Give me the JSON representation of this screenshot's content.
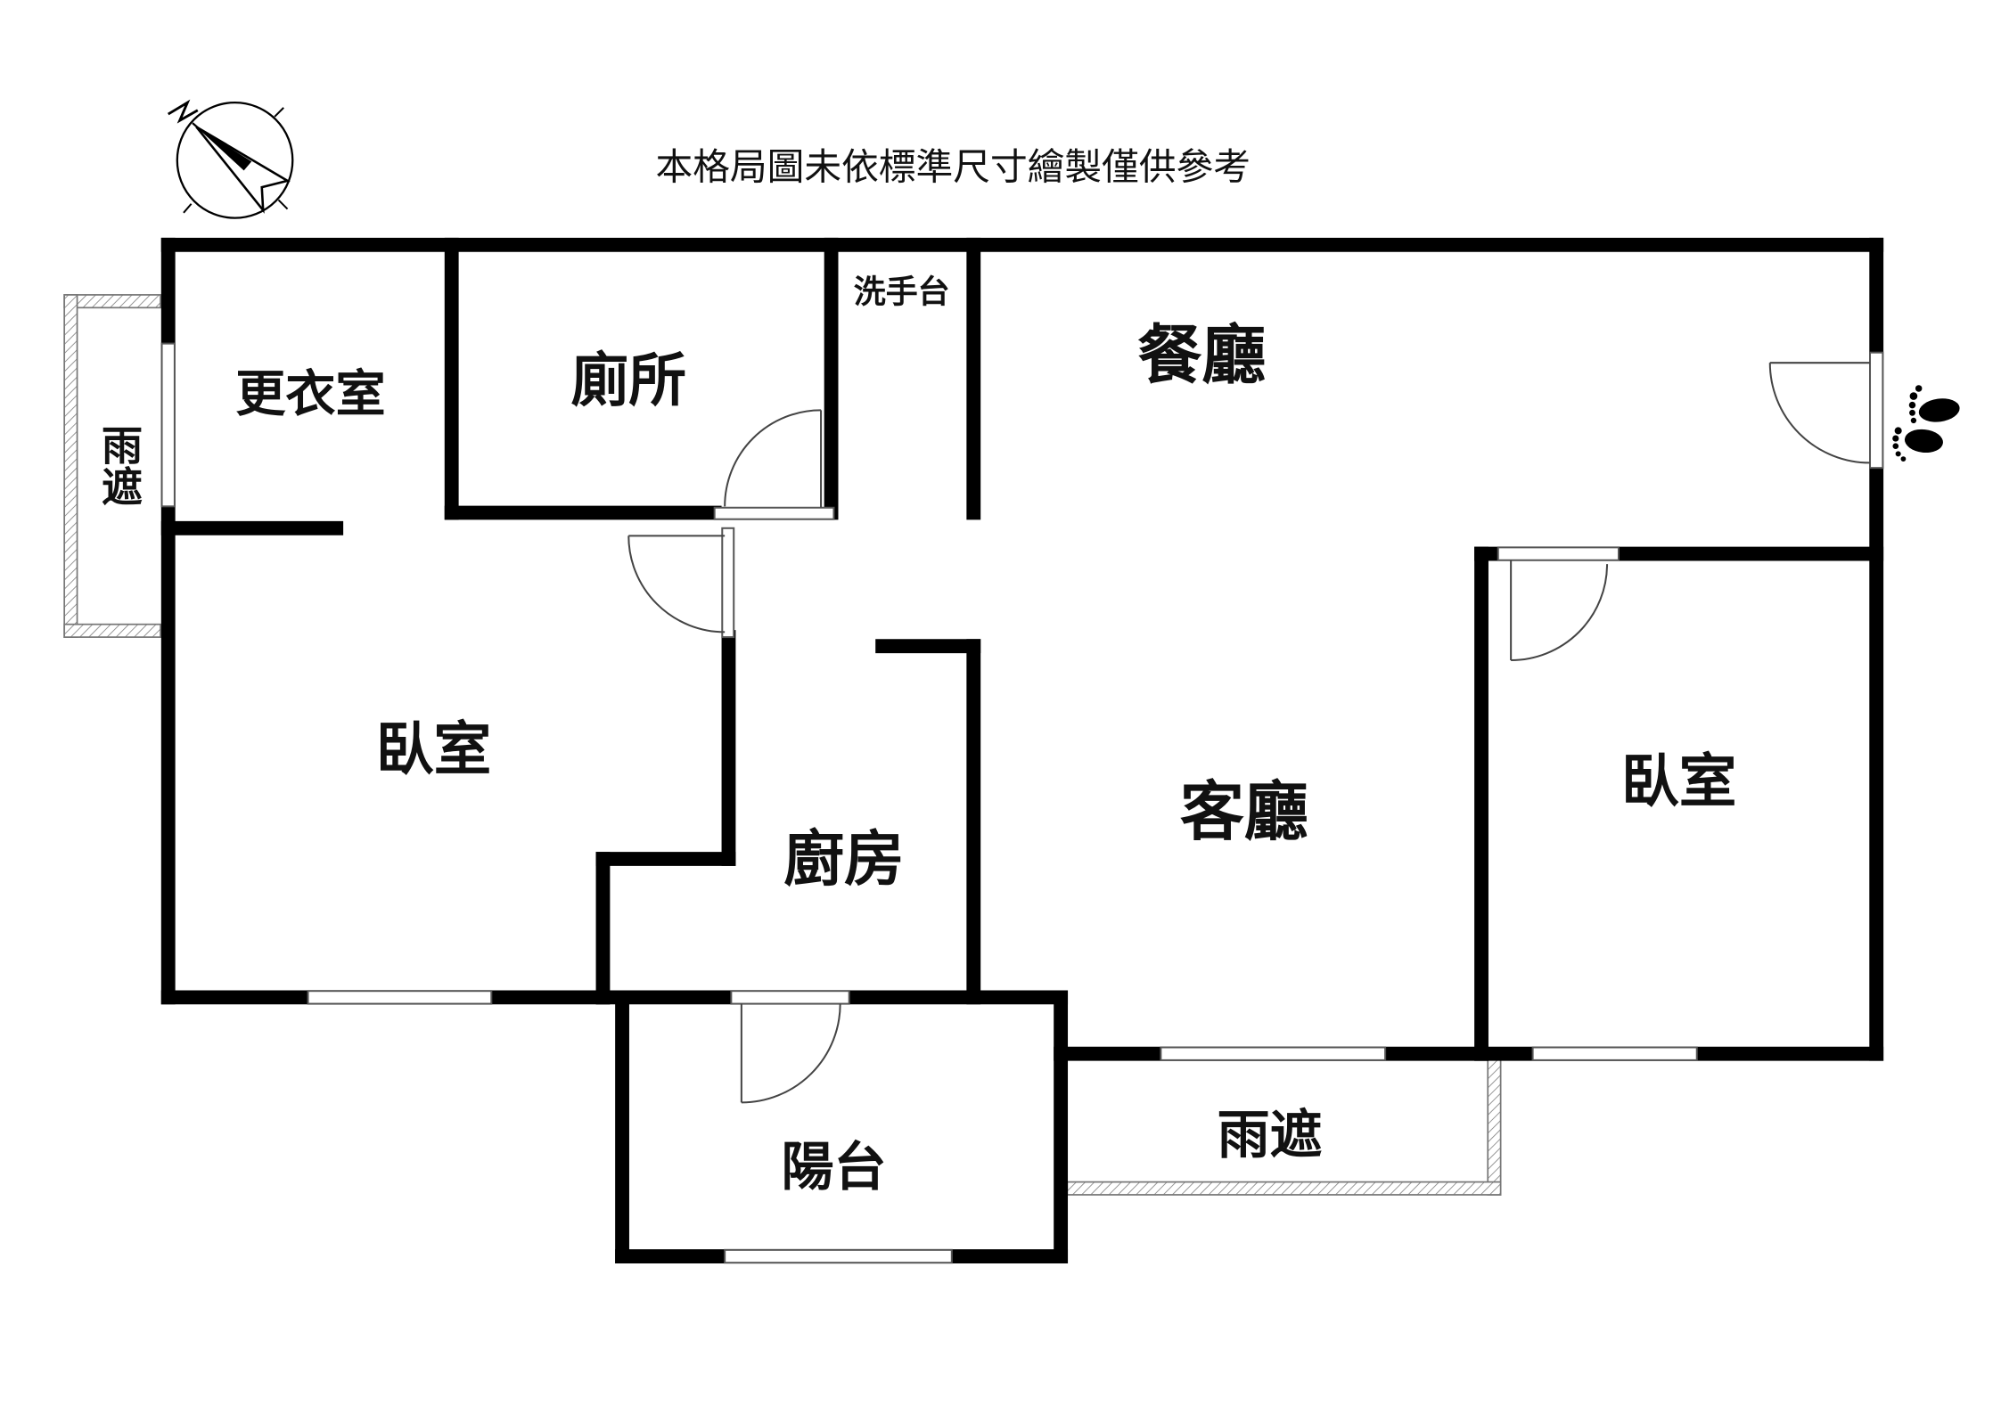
{
  "disclaimer": "本格局圖未依標準尺寸繪製僅供參考",
  "rooms": {
    "dressing_room": "更衣室",
    "toilet": "廁所",
    "washbasin": "洗手台",
    "dining_room": "餐廳",
    "left_canopy": "雨遮",
    "left_bedroom": "臥室",
    "kitchen": "廚房",
    "living_room": "客廳",
    "right_bedroom": "臥室",
    "balcony": "陽台",
    "bottom_canopy": "雨遮"
  },
  "icons": {
    "compass": "north-arrow-icon",
    "entrance": "footprints-icon"
  },
  "colors": {
    "wall": "#000000",
    "window": "#555555",
    "canopy_hatch": "#888888"
  }
}
